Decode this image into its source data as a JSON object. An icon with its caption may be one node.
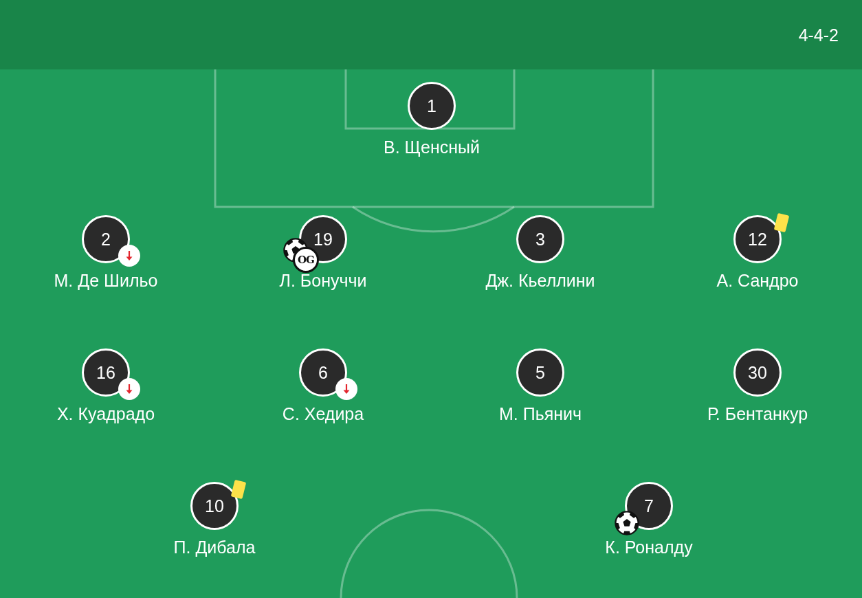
{
  "diagram": {
    "nodes": [
      {
        "text": [
          "1"
        ],
        "beside": [
          "В. Щенсный"
        ]
      },
      {
        "text": [
          "2"
        ],
        "beside": [
          "М. Де Шильо"
        ]
      },
      {
        "text": [
          "19"
        ],
        "beside": [
          "Л. Бонуччи"
        ]
      },
      {
        "text": [
          "3"
        ],
        "beside": [
          "Дж. Кьеллини"
        ]
      },
      {
        "text": [
          "12"
        ],
        "beside": [
          "А. Сандро"
        ]
      },
      {
        "text": [
          "16"
        ],
        "beside": [
          "Х. Куадрадо"
        ]
      },
      {
        "text": [
          "6"
        ],
        "beside": [
          "С. Хедира"
        ]
      },
      {
        "text": [
          "5"
        ],
        "beside": [
          "М. Пьянич"
        ]
      },
      {
        "text": [
          "30"
        ],
        "beside": [
          "Р. Бентанкур"
        ]
      },
      {
        "text": [
          "10"
        ],
        "beside": [
          "П. Дибала"
        ]
      },
      {
        "text": [
          "7"
        ],
        "beside": [
          "К. Роналду"
        ]
      }
    ],
    "labels": [
      "4-4-2",
      "OG"
    ]
  }
}
